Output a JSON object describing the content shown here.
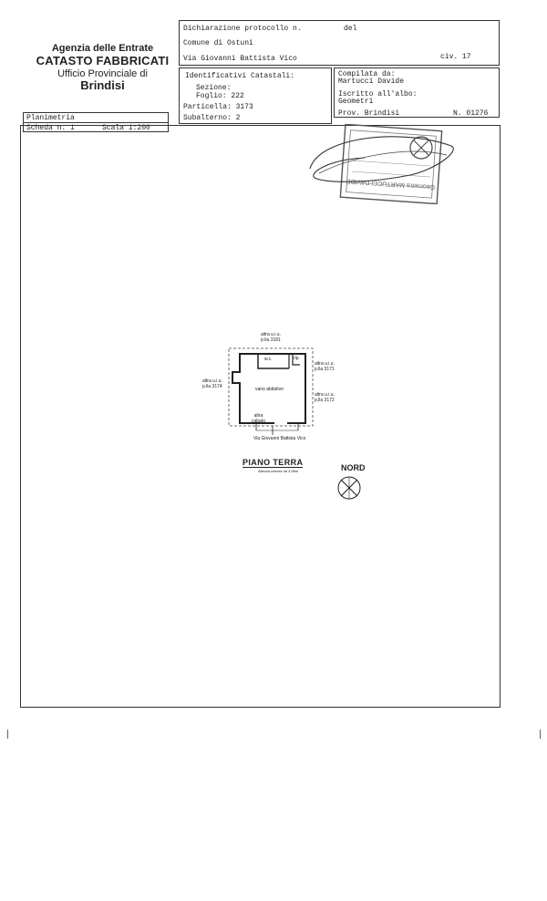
{
  "agency": {
    "line1": "Agenzia delle Entrate",
    "line2": "CATASTO FABBRICATI",
    "line3": "Ufficio Provinciale di",
    "line4": "Brindisi"
  },
  "header": {
    "dichiarazione_label": "Dichiarazione protocollo n.",
    "del_label": "del",
    "comune": "Comune di Ostuni",
    "indirizzo": "Via Giovanni Battista Vico",
    "civico": "civ. 17"
  },
  "identificativi": {
    "title": "Identificativi Catastali:",
    "sezione_label": "Sezione:",
    "foglio": "Foglio: 222",
    "particella": "Particella: 3173",
    "subalterno": "Subalterno: 2"
  },
  "compilata": {
    "label": "Compilata da:",
    "nome": "Martucci Davide",
    "iscritto_label": "Iscritto all'albo:",
    "albo": "Geometri",
    "prov": "Prov. Brindisi",
    "numero": "N. 01276"
  },
  "scheda": {
    "planimetria": "Planimetria",
    "scheda": "Scheda n. 1",
    "scala": "Scala 1:200"
  },
  "plan": {
    "top_neighbor": [
      "altra u.i.u.",
      "p.lla 3181"
    ],
    "right_neighbor_1": [
      "altra u.i.u.",
      "p.lla 3171"
    ],
    "right_neighbor_2": [
      "altra u.i.u.",
      "p.lla 3172"
    ],
    "left_neighbor": [
      "altra u.i.u.",
      "p.lla 3174"
    ],
    "wc": "w.c.",
    "rip": "rip.",
    "vano": "vano abitativo",
    "altra_stalla": [
      "altra",
      "cabato"
    ],
    "street": "Via Giovanni Battista Vico",
    "piano": "PIANO TERRA",
    "altezza": "Altezza interna mt 3.55m",
    "nord": "NORD"
  },
  "stamp": {
    "text": "Geometra MARTUCCI DAVIDE"
  }
}
